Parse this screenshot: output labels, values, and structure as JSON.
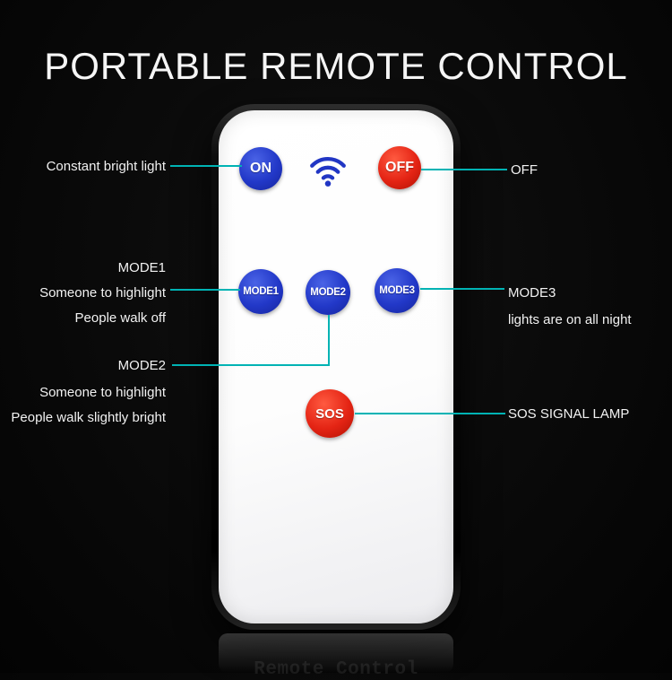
{
  "title": "PORTABLE REMOTE CONTROL",
  "remote": {
    "brand": "Remote Control",
    "buttons": {
      "on": "ON",
      "off": "OFF",
      "mode1": "MODE1",
      "mode2": "MODE2",
      "mode3": "MODE3",
      "sos": "SOS"
    }
  },
  "annotations": {
    "on": [
      "Constant bright light"
    ],
    "off": [
      "OFF"
    ],
    "mode1": [
      "MODE1",
      "Someone to highlight",
      "People walk off"
    ],
    "mode3": [
      "MODE3",
      "lights are on all night"
    ],
    "mode2": [
      "MODE2",
      "Someone to highlight",
      "People walk slightly bright"
    ],
    "sos": [
      "SOS SIGNAL LAMP"
    ]
  },
  "colors": {
    "background": "#0a0a0a",
    "button_blue": "#2238c8",
    "button_red": "#e42414",
    "callout_line": "#00b3b4",
    "title_text": "#f5f5f5"
  }
}
